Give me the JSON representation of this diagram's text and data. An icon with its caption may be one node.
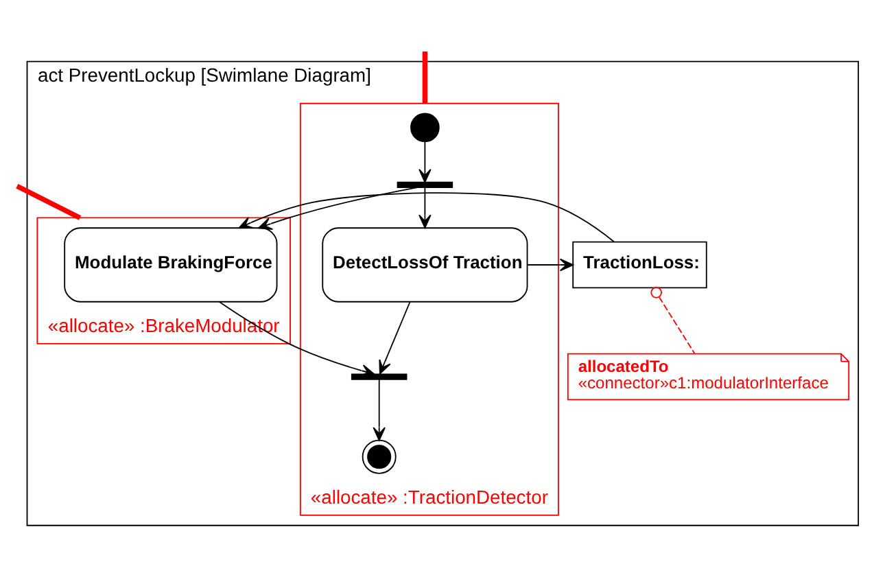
{
  "diagram": {
    "nodes": [
      {
        "text": [
          "act PreventLockup [Swimlane Diagram]"
        ]
      },
      {
        "text": [
          "«allocate» :TractionDetector"
        ],
        "in": 0
      },
      {
        "text": [
          "«allocate» :BrakeModulator"
        ],
        "in": 0
      },
      {
        "text": [],
        "shape": "circle",
        "in": 1
      },
      {
        "text": [],
        "shape": "bar",
        "in": 1
      },
      {
        "text": [
          "DetectLossOf Traction"
        ],
        "in": 1
      },
      {
        "text": [
          "TractionLoss:"
        ],
        "in": 0
      },
      {
        "text": [
          "Modulate BrakingForce"
        ],
        "in": 2
      },
      {
        "text": [],
        "shape": "bar",
        "in": 1
      },
      {
        "text": [],
        "shape": "circle",
        "in": 1
      },
      {
        "text": [
          "allocatedTo",
          "«connector»c1:modulatorInterface"
        ],
        "in": 0
      }
    ],
    "edges": [
      {
        "from": 3,
        "to": 4,
        "arrow": "to"
      },
      {
        "from": 4,
        "to": 5,
        "arrow": "to"
      },
      {
        "from": 4,
        "to": 7,
        "arrow": "to"
      },
      {
        "from": 5,
        "to": 6,
        "arrow": "to"
      },
      {
        "from": 6,
        "to": 7,
        "arrow": "to"
      },
      {
        "from": 5,
        "to": 8,
        "arrow": "to"
      },
      {
        "from": 7,
        "to": 8,
        "arrow": "to"
      },
      {
        "from": 8,
        "to": 9,
        "arrow": "to"
      },
      {
        "from": 10,
        "to": 6,
        "arrow": "other",
        "style": "dashed",
        "color": "#ff0000"
      },
      {
        "from": null,
        "to": 1,
        "arrow": "none",
        "style": "thick",
        "color": "#ff0000"
      },
      {
        "from": null,
        "to": 2,
        "arrow": "none",
        "style": "thick",
        "color": "#ff0000"
      }
    ]
  }
}
